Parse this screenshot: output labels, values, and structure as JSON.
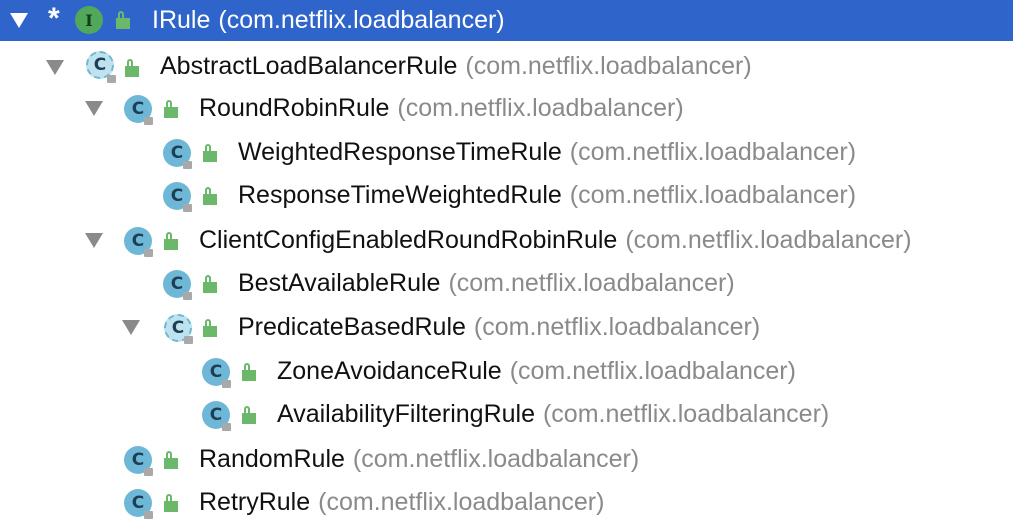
{
  "tree": {
    "rows": [
      {
        "name": "IRule",
        "pkg": "(com.netflix.loadbalancer)",
        "kind": "interface",
        "expanded": true,
        "selected": true,
        "marker": "*",
        "icon_letter": "I"
      },
      {
        "name": "AbstractLoadBalancerRule",
        "pkg": "(com.netflix.loadbalancer)",
        "kind": "abstract-class",
        "expanded": true,
        "icon_letter": "C"
      },
      {
        "name": "RoundRobinRule",
        "pkg": "(com.netflix.loadbalancer)",
        "kind": "class",
        "expanded": true,
        "icon_letter": "C"
      },
      {
        "name": "WeightedResponseTimeRule",
        "pkg": "(com.netflix.loadbalancer)",
        "kind": "class",
        "icon_letter": "C"
      },
      {
        "name": "ResponseTimeWeightedRule",
        "pkg": "(com.netflix.loadbalancer)",
        "kind": "class",
        "icon_letter": "C"
      },
      {
        "name": "ClientConfigEnabledRoundRobinRule",
        "pkg": "(com.netflix.loadbalancer)",
        "kind": "class",
        "expanded": true,
        "icon_letter": "C"
      },
      {
        "name": "BestAvailableRule",
        "pkg": "(com.netflix.loadbalancer)",
        "kind": "class",
        "icon_letter": "C"
      },
      {
        "name": "PredicateBasedRule",
        "pkg": "(com.netflix.loadbalancer)",
        "kind": "abstract-class",
        "expanded": true,
        "icon_letter": "C"
      },
      {
        "name": "ZoneAvoidanceRule",
        "pkg": "(com.netflix.loadbalancer)",
        "kind": "class",
        "icon_letter": "C"
      },
      {
        "name": "AvailabilityFilteringRule",
        "pkg": "(com.netflix.loadbalancer)",
        "kind": "class",
        "icon_letter": "C"
      },
      {
        "name": "RandomRule",
        "pkg": "(com.netflix.loadbalancer)",
        "kind": "class",
        "icon_letter": "C"
      },
      {
        "name": "RetryRule",
        "pkg": "(com.netflix.loadbalancer)",
        "kind": "class",
        "icon_letter": "C"
      }
    ]
  },
  "colors": {
    "selection": "#2f65ca",
    "class_icon": "#6fb7d6",
    "interface_icon": "#52a85a",
    "public_lock": "#6cb86b",
    "package_text": "#8a8a8a"
  }
}
